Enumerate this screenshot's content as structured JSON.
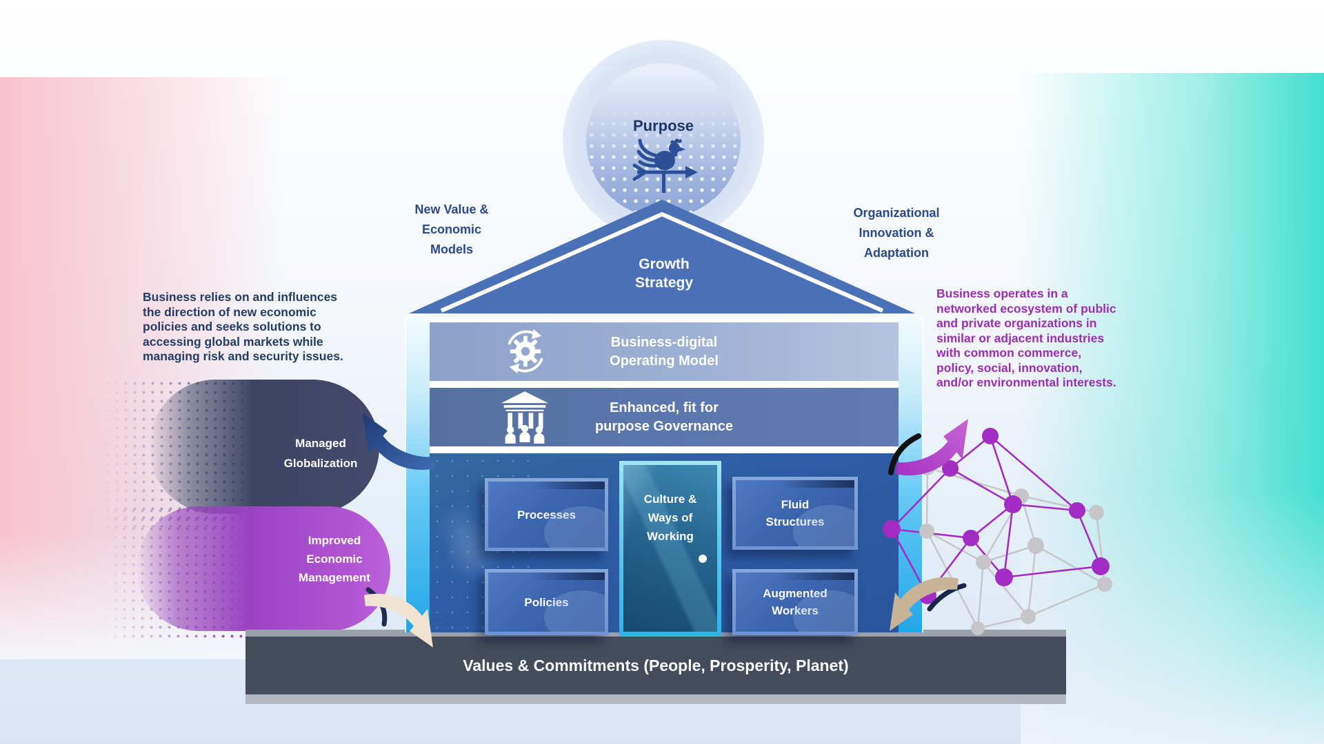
{
  "purpose": {
    "label": "Purpose",
    "icon": "weathervane-rooster-icon"
  },
  "roof": {
    "label": "Growth\nStrategy"
  },
  "side_labels": {
    "left": "New Value &\nEconomic\nModels",
    "right": "Organizational\nInnovation &\nAdaptation"
  },
  "paragraphs": {
    "left": "Business relies on and influences\nthe direction of new economic\npolicies and seeks solutions to\naccessing global markets while\nmanaging risk and security issues.",
    "right": "Business operates in a\nnetworked ecosystem of public\nand private organizations in\nsimilar or adjacent industries\nwith common commerce,\npolicy, social, innovation,\nand/or environmental interests."
  },
  "bands": {
    "operating_model": {
      "label": "Business-digital\nOperating Model",
      "icon": "gear-cycle-icon"
    },
    "governance": {
      "label": "Enhanced, fit for\npurpose Governance",
      "icon": "governance-building-icon"
    }
  },
  "rooms": {
    "processes": "Processes",
    "policies": "Policies",
    "culture_door": "Culture &\nWays of\nWorking",
    "fluid_structures": "Fluid\nStructures",
    "augmented_workers": "Augmented\nWorkers"
  },
  "callouts": {
    "managed_globalization": "Managed\nGlobalization",
    "improved_economic_management": "Improved\nEconomic\nManagement"
  },
  "base_bar": {
    "label": "Values & Commitments (People, Prosperity, Planet)"
  },
  "colors": {
    "roof_blue": "#4a70b7",
    "band_light": "#9cb0d3",
    "band_mid": "#5b76ad",
    "interior_blue": "#2e5da6",
    "column_cyan": "#3fbdf2",
    "navy_text": "#253c63",
    "label_blue": "#2b4a8b",
    "purple_text": "#9b2fb3",
    "plinth_dark": "#444c5c",
    "blob_navy": "#3c4363",
    "blob_purple": "#a44ac6",
    "node_purple": "#a32cc4",
    "node_gray": "#c6c6c8",
    "arrow_blue": "#30589f",
    "arrow_purple": "#b44fc9",
    "arrow_cream": "#f0e4d1",
    "arrow_tan": "#c9b396"
  }
}
